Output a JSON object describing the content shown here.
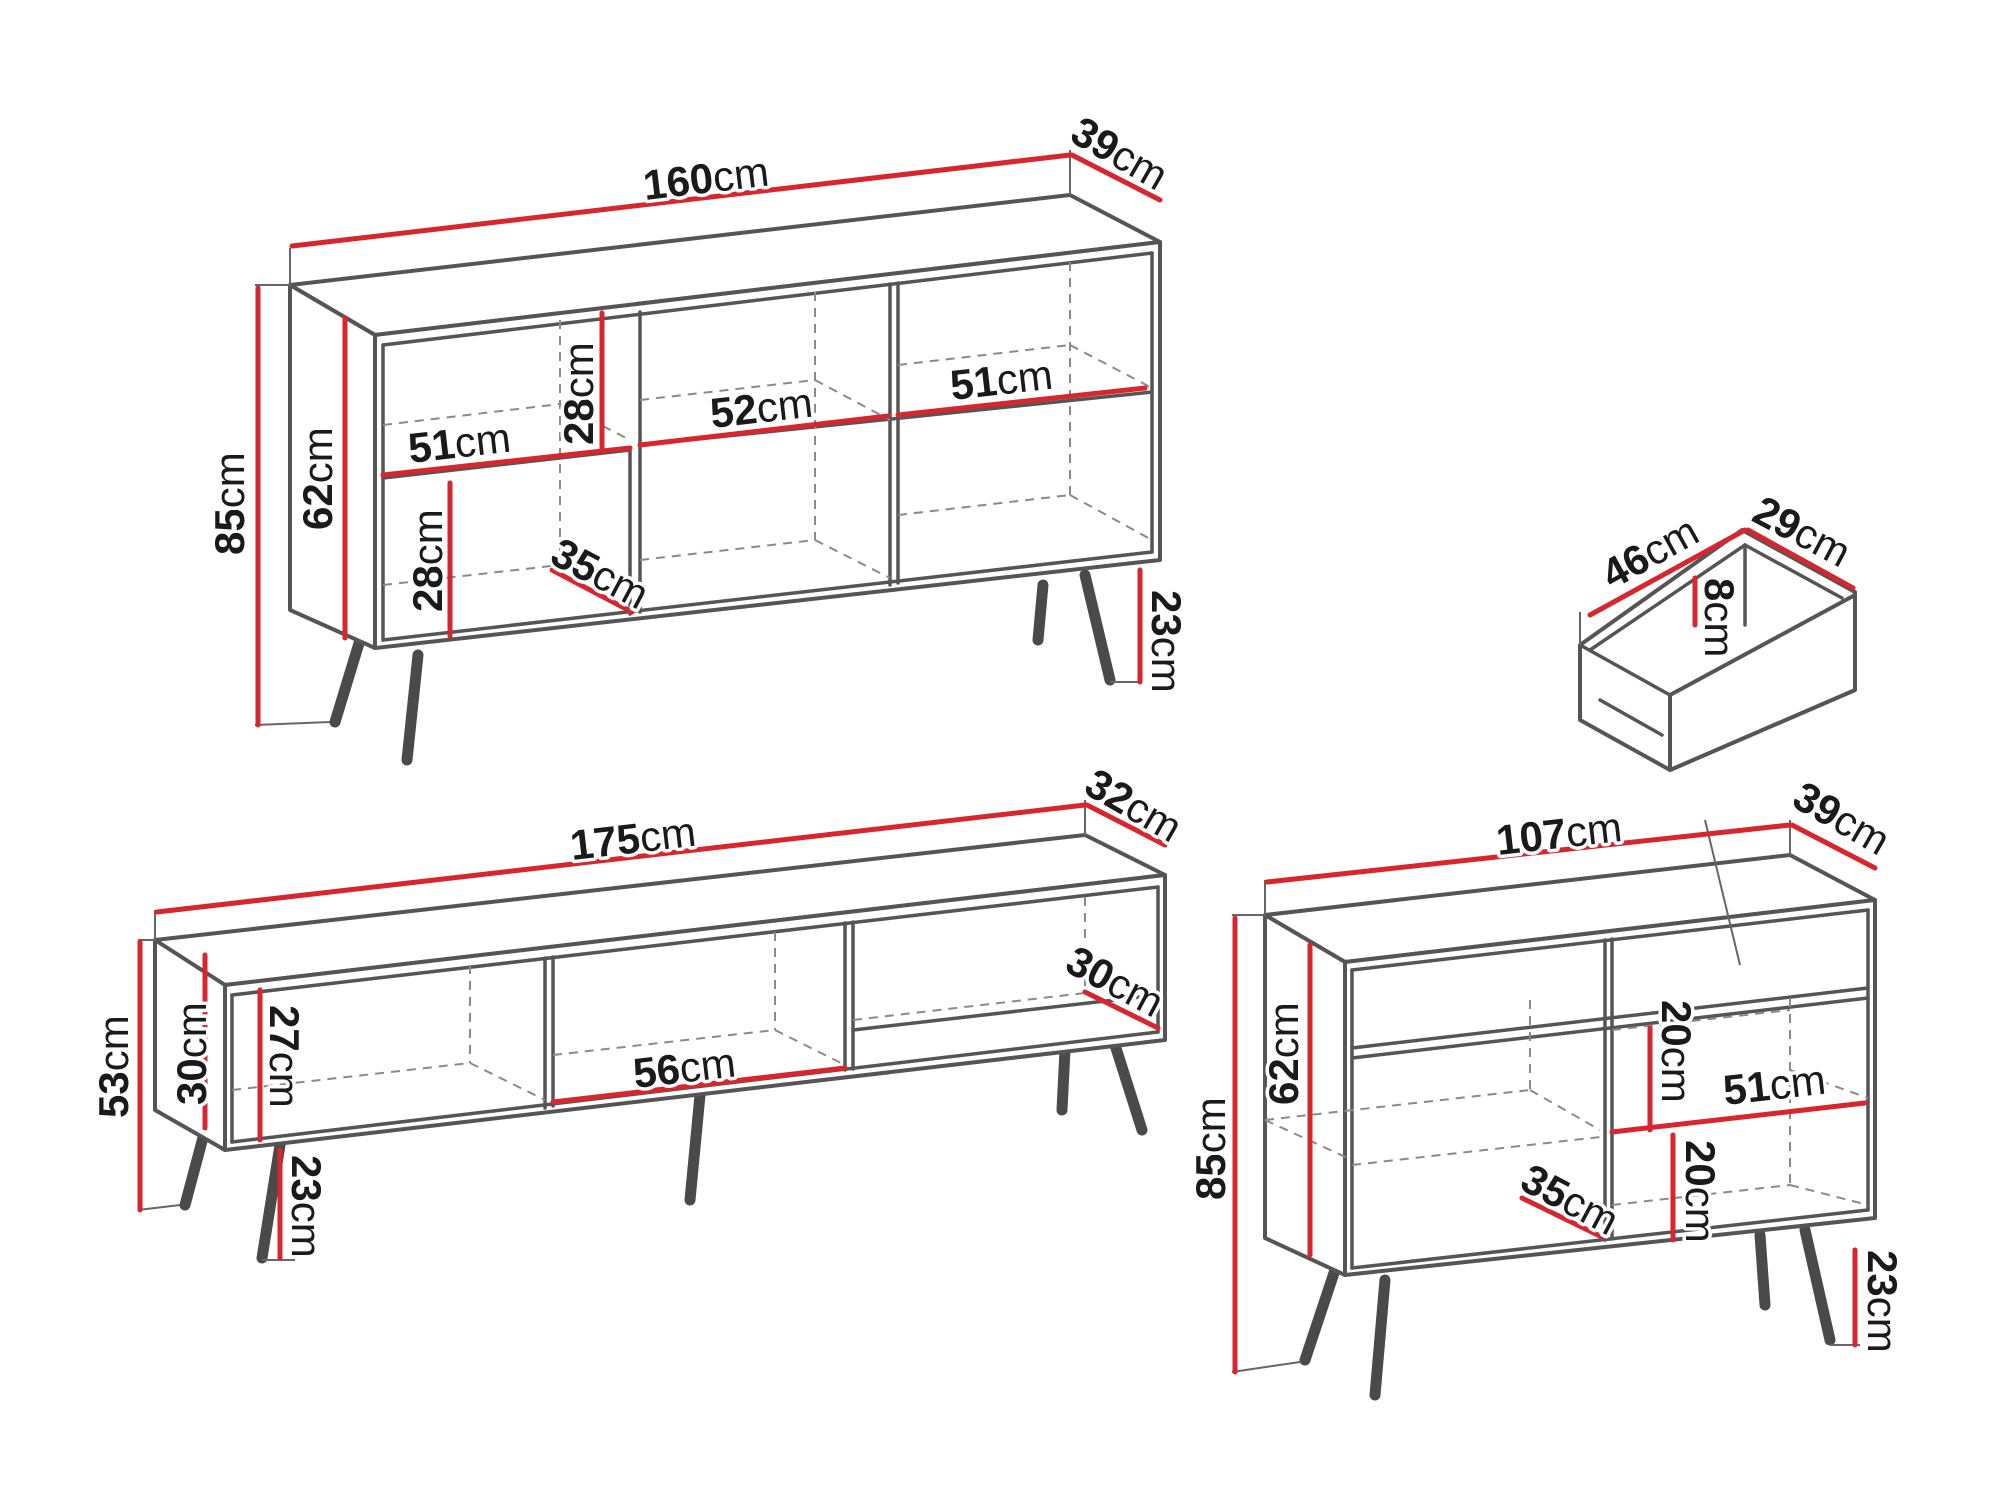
{
  "unit": "cm",
  "dimensions": {
    "sideboard": {
      "width": "160",
      "depth": "39",
      "height": "85",
      "inner_height": "62",
      "shelf_width_left": "51",
      "shelf_width_center": "52",
      "shelf_width_right": "51",
      "upper_compartment": "28",
      "lower_compartment": "28",
      "shelf_depth": "35",
      "leg_height": "23"
    },
    "tv_stand": {
      "width": "175",
      "depth": "32",
      "height": "53",
      "body_height": "30",
      "inner_height": "27",
      "center_width": "56",
      "inner_depth": "30",
      "leg_height": "23"
    },
    "chest": {
      "width": "107",
      "depth": "39",
      "height": "85",
      "inner_height": "62",
      "upper_compartment": "20",
      "lower_compartment": "20",
      "shelf_width": "51",
      "shelf_depth": "35",
      "leg_height": "23"
    },
    "drawer": {
      "width": "46",
      "depth": "29",
      "height": "8"
    }
  }
}
